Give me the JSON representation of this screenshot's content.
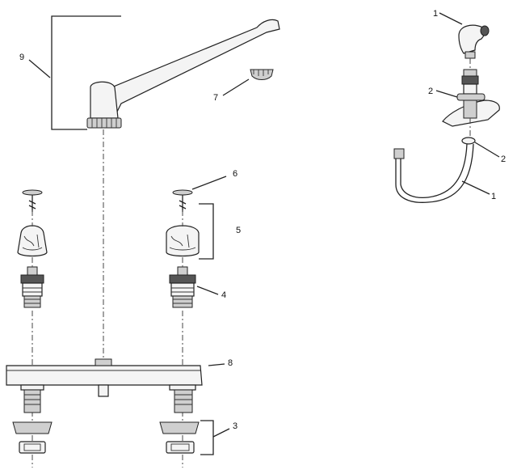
{
  "callouts": {
    "c1_top": "1",
    "c2_upper": "2",
    "c2_lower": "2",
    "c1_lower": "1",
    "c9": "9",
    "c7": "7",
    "c6": "6",
    "c5": "5",
    "c4": "4",
    "c8": "8",
    "c3": "3"
  }
}
